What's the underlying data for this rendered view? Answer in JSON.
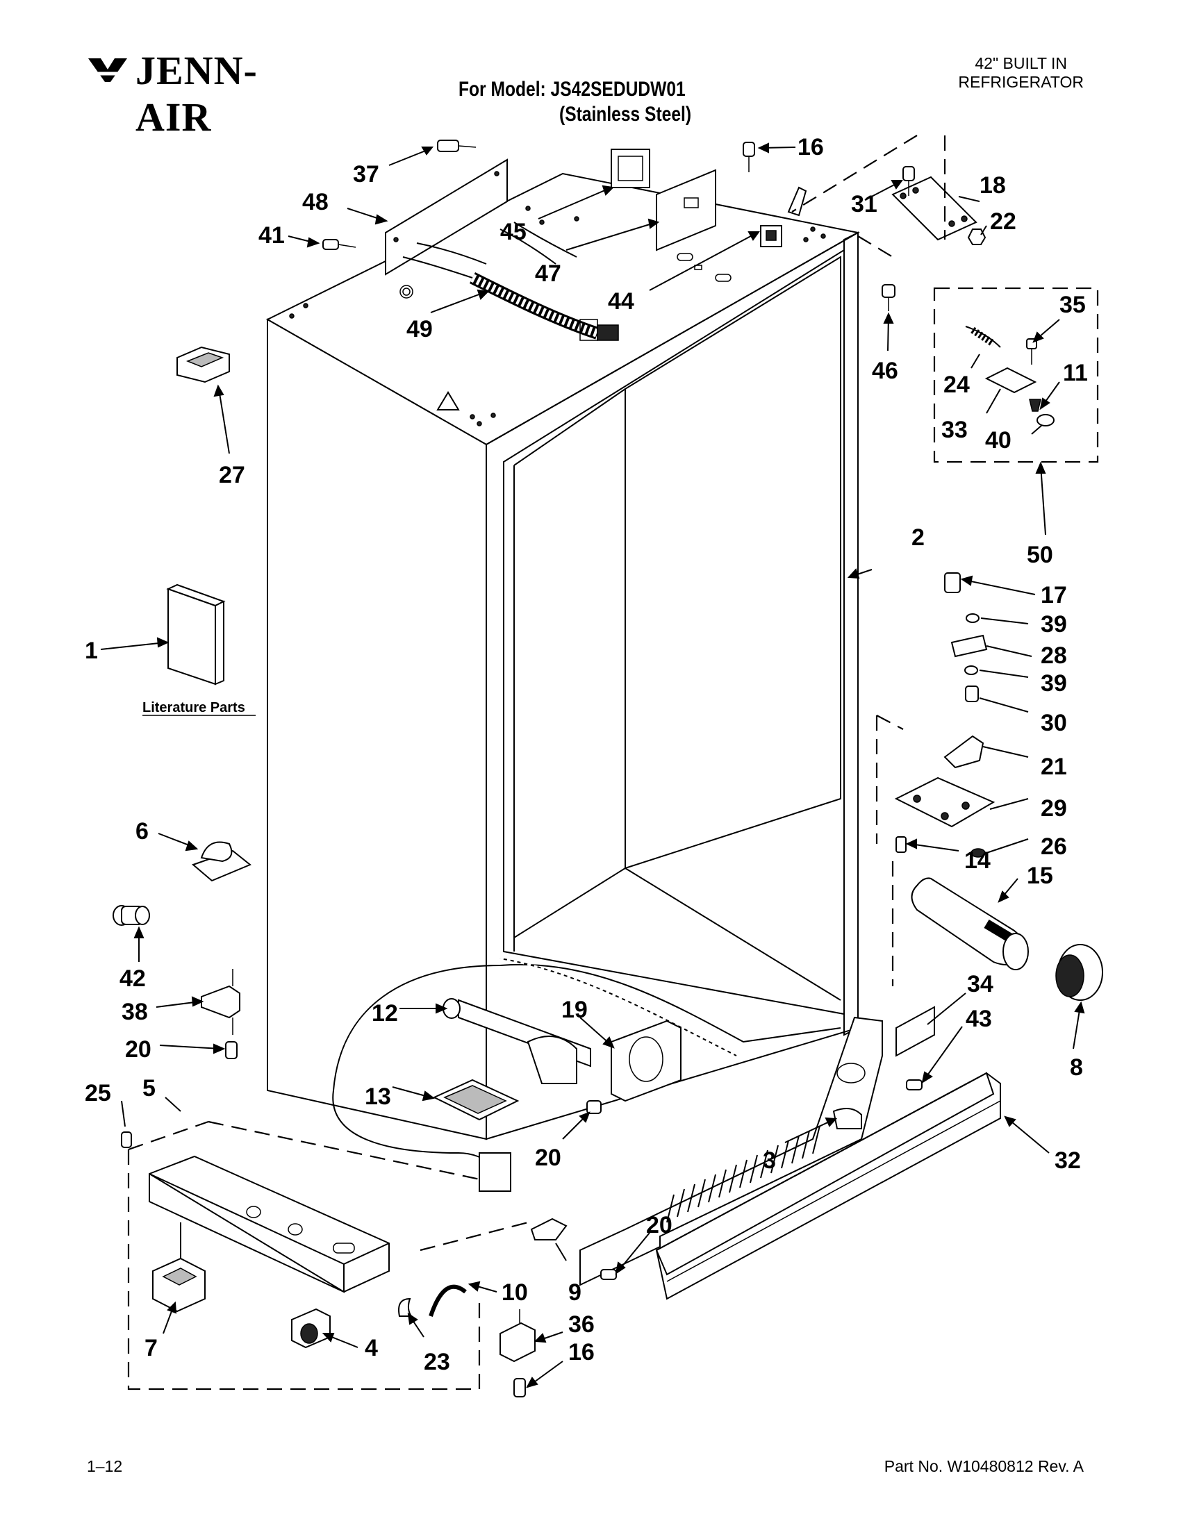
{
  "header": {
    "brand": "JENN-AIR",
    "model_line": "For Model: JS42SEDUDW01",
    "finish_line": "(Stainless Steel)",
    "product_line1": "42\" BUILT IN",
    "product_line2": "REFRIGERATOR"
  },
  "literature_label": "Literature Parts",
  "footer": {
    "page": "1–12",
    "part_no": "Part No. W10480812 Rev. A"
  },
  "callouts": {
    "c37": "37",
    "c48": "48",
    "c45": "45",
    "c47": "47",
    "c44": "44",
    "c41": "41",
    "c49": "49",
    "c16a": "16",
    "c31": "31",
    "c18": "18",
    "c22": "22",
    "c46": "46",
    "c35": "35",
    "c24": "24",
    "c11": "11",
    "c33": "33",
    "c40": "40",
    "c50": "50",
    "c27": "27",
    "c2": "2",
    "c1": "1",
    "c17": "17",
    "c39a": "39",
    "c28": "28",
    "c39b": "39",
    "c30": "30",
    "c21": "21",
    "c29": "29",
    "c26": "26",
    "c14": "14",
    "c15": "15",
    "c6": "6",
    "c42": "42",
    "c38": "38",
    "c20a": "20",
    "c34": "34",
    "c43": "43",
    "c8": "8",
    "c19": "19",
    "c12": "12",
    "c13": "13",
    "c20b": "20",
    "c25": "25",
    "c5": "5",
    "c3": "3",
    "c32": "32",
    "c20c": "20",
    "c9": "9",
    "c10": "10",
    "c7": "7",
    "c4": "4",
    "c23": "23",
    "c36": "36",
    "c16b": "16"
  }
}
